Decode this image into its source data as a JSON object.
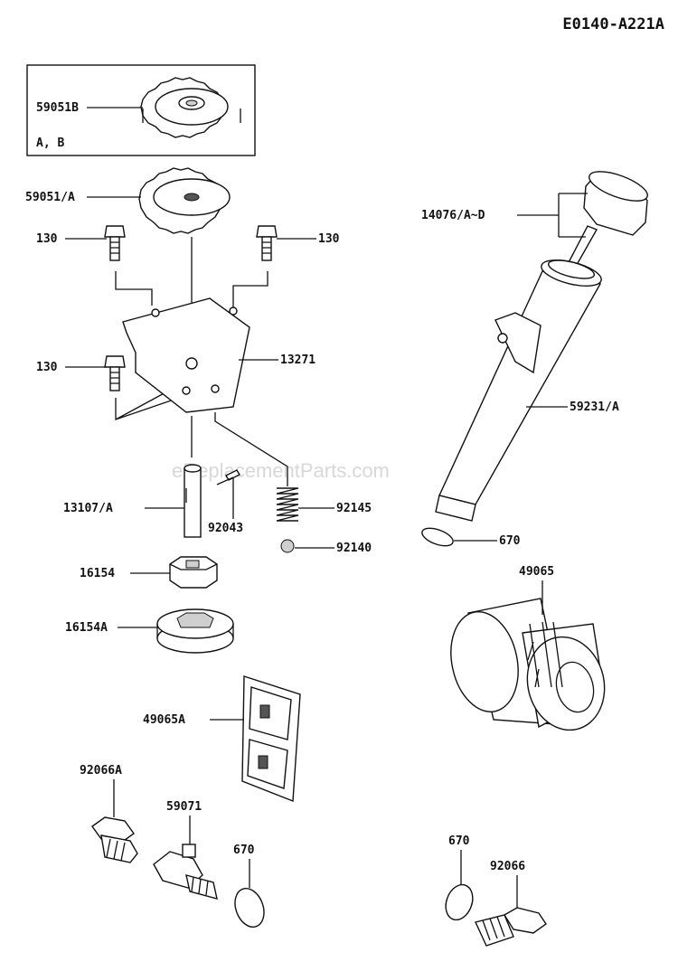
{
  "diagram_code": "E0140-A221A",
  "watermark": "eReplacementParts.com",
  "inset_note": "A, B",
  "labels": {
    "gear_b": "59051B",
    "gear_a": "59051/A",
    "bolt_left_top": "130",
    "bolt_right_top": "130",
    "bolt_left_mid": "130",
    "cover_plate": "13271",
    "dipstick_cap": "14076/A~D",
    "oil_fill_tube": "59231/A",
    "shaft": "13107/A",
    "pin": "92043",
    "spring": "92145",
    "ball": "92140",
    "oring_tube": "670",
    "inner_rotor": "16154",
    "outer_rotor": "16154A",
    "oil_filter": "49065",
    "screen_filter": "49065A",
    "drain_plug_a": "92066A",
    "fitting": "59071",
    "oring_fitting": "670",
    "oring_drain": "670",
    "drain_plug": "92066"
  }
}
